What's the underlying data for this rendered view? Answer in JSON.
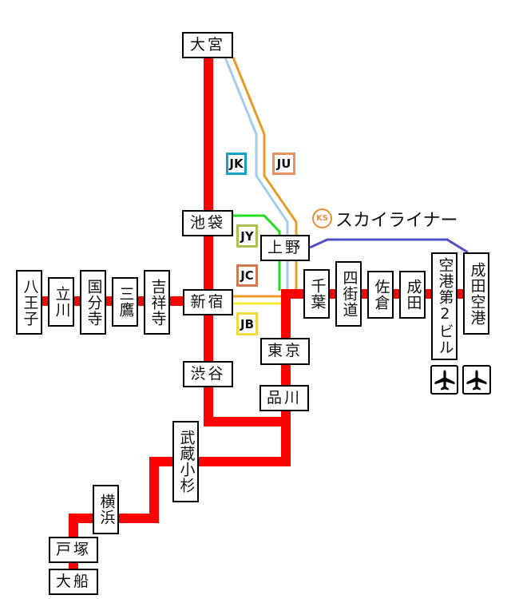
{
  "colors": {
    "main": "#ff0000",
    "jk": "#a6cbee",
    "ju": "#e89c28",
    "jy": "#22dd22",
    "jc": "#e89c28",
    "jb": "#f5ec30",
    "skyliner": "#5050c0",
    "ks": "#e8903c"
  },
  "stations": {
    "omiya": "大宮",
    "ikebukuro": "池袋",
    "ueno": "上野",
    "shinjuku": "新宿",
    "shibuya": "渋谷",
    "tokyo": "東京",
    "shinagawa": "品川",
    "musashikosugi": "武蔵小杉",
    "yokohama": "横浜",
    "totsuka": "戸塚",
    "ofuna": "大船",
    "hachioji": "八王子",
    "tachikawa": "立川",
    "kokubunji": "国分寺",
    "mitaka": "三鷹",
    "kichijoji": "吉祥寺",
    "chiba": "千葉",
    "yotsukaido": "四街道",
    "sakura": "佐倉",
    "narita": "成田",
    "airport2": "空港第2ビル",
    "narita_airport": "成田空港"
  },
  "line_badges": {
    "jk": "JK",
    "ju": "JU",
    "jy": "JY",
    "jc": "JC",
    "jb": "JB",
    "ks": "KS"
  },
  "skyliner_label": "スカイライナー",
  "icons": {
    "airport": "airplane-icon"
  }
}
